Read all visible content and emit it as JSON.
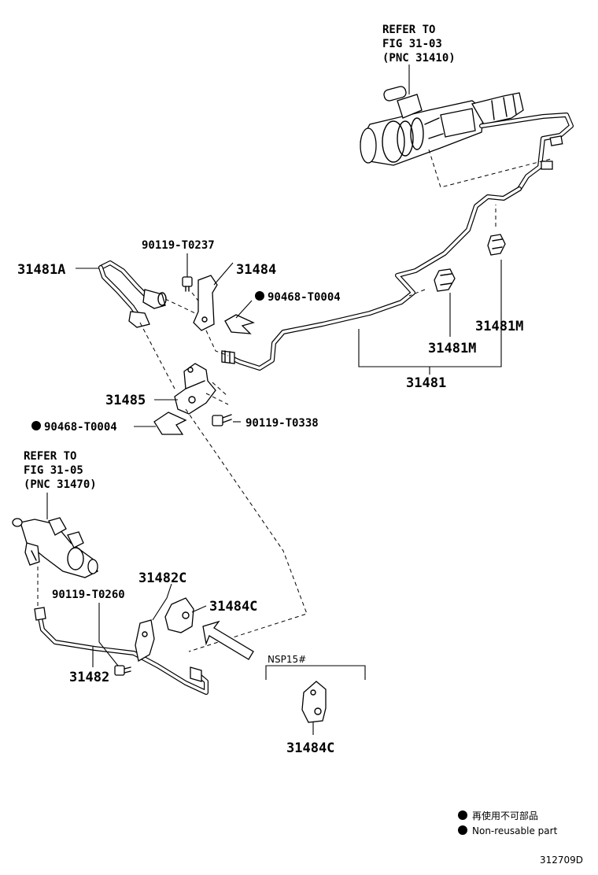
{
  "refs": {
    "master": [
      "REFER TO",
      "FIG 31-03",
      "(PNC 31410)"
    ],
    "release": [
      "REFER TO",
      "FIG 31-05",
      "(PNC 31470)"
    ]
  },
  "labels": {
    "p31481A": "31481A",
    "p90119_T0237": "90119-T0237",
    "p31484": "31484",
    "p90468_T0004_a": "90468-T0004",
    "p31481M_a": "31481M",
    "p31481M_b": "31481M",
    "p31481": "31481",
    "p31485": "31485",
    "p90468_T0004_b": "90468-T0004",
    "p90119_T0338": "90119-T0338",
    "p31482C": "31482C",
    "p90119_T0260": "90119-T0260",
    "p31484C_a": "31484C",
    "p31482": "31482",
    "nsp": "NSP15#",
    "p31484C_b": "31484C"
  },
  "legend": {
    "jp": "再使用不可部品",
    "en": "Non-reusable part"
  },
  "figure_code": "312709D"
}
